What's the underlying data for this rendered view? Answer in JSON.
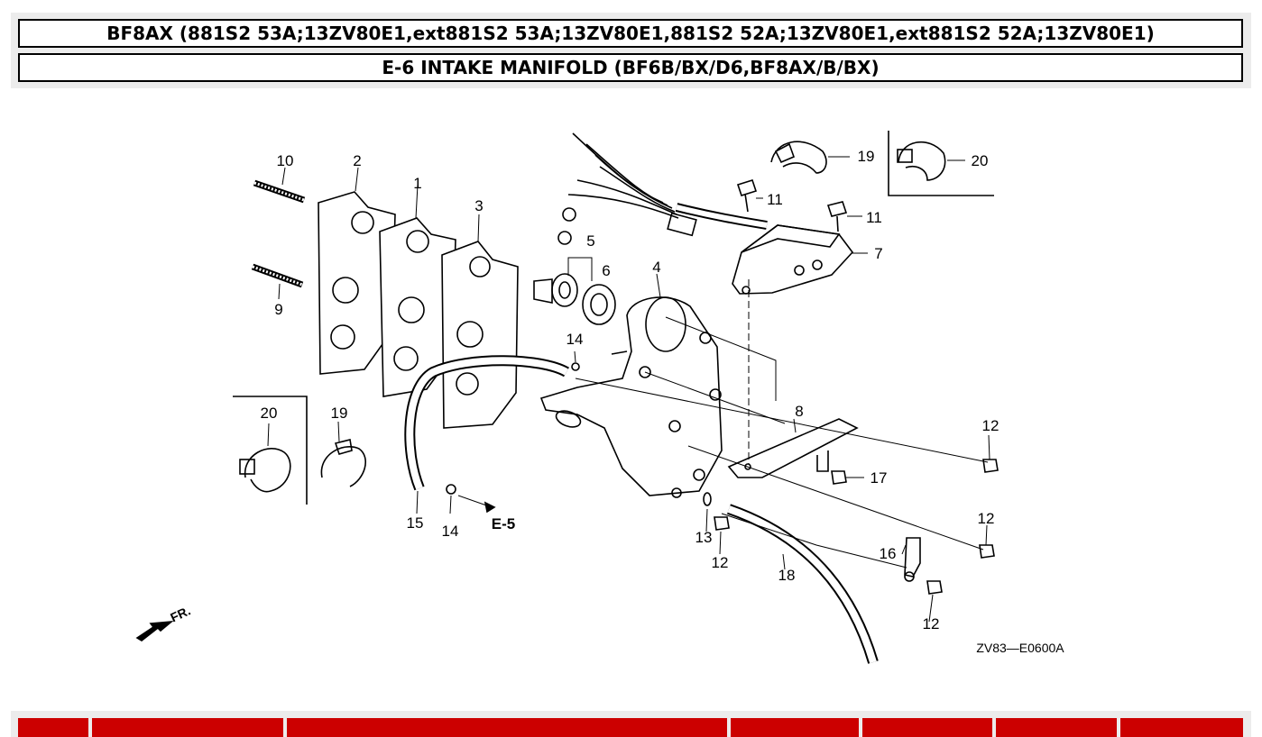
{
  "header": {
    "model_title": "BF8AX (881S2 53A;13ZV80E1,ext881S2 53A;13ZV80E1,881S2 52A;13ZV80E1,ext881S2 52A;13ZV80E1)",
    "section_title": "E-6 INTAKE MANIFOLD (BF6B/BX/D6,BF8AX/B/BX)"
  },
  "diagram": {
    "part_numbers": {
      "p10": "10",
      "p2": "2",
      "p1": "1",
      "p3": "3",
      "p9": "9",
      "p5": "5",
      "p6": "6",
      "p4": "4",
      "p7": "7",
      "p19_top": "19",
      "p20_top": "20",
      "p11_a": "11",
      "p11_b": "11",
      "p14_a": "14",
      "p14_b": "14",
      "p15": "15",
      "p20_left": "20",
      "p19_left": "19",
      "p8": "8",
      "p12_a": "12",
      "p12_b": "12",
      "p12_c": "12",
      "p12_d": "12",
      "p17": "17",
      "p16": "16",
      "p13": "13",
      "p18": "18"
    },
    "ref_e5": "E-5",
    "front_label": "FR.",
    "drawing_code": "ZV83—E0600A"
  },
  "table": {
    "accent_color": "#cc0000",
    "columns": [
      "",
      "",
      "",
      "",
      "",
      "",
      ""
    ]
  }
}
